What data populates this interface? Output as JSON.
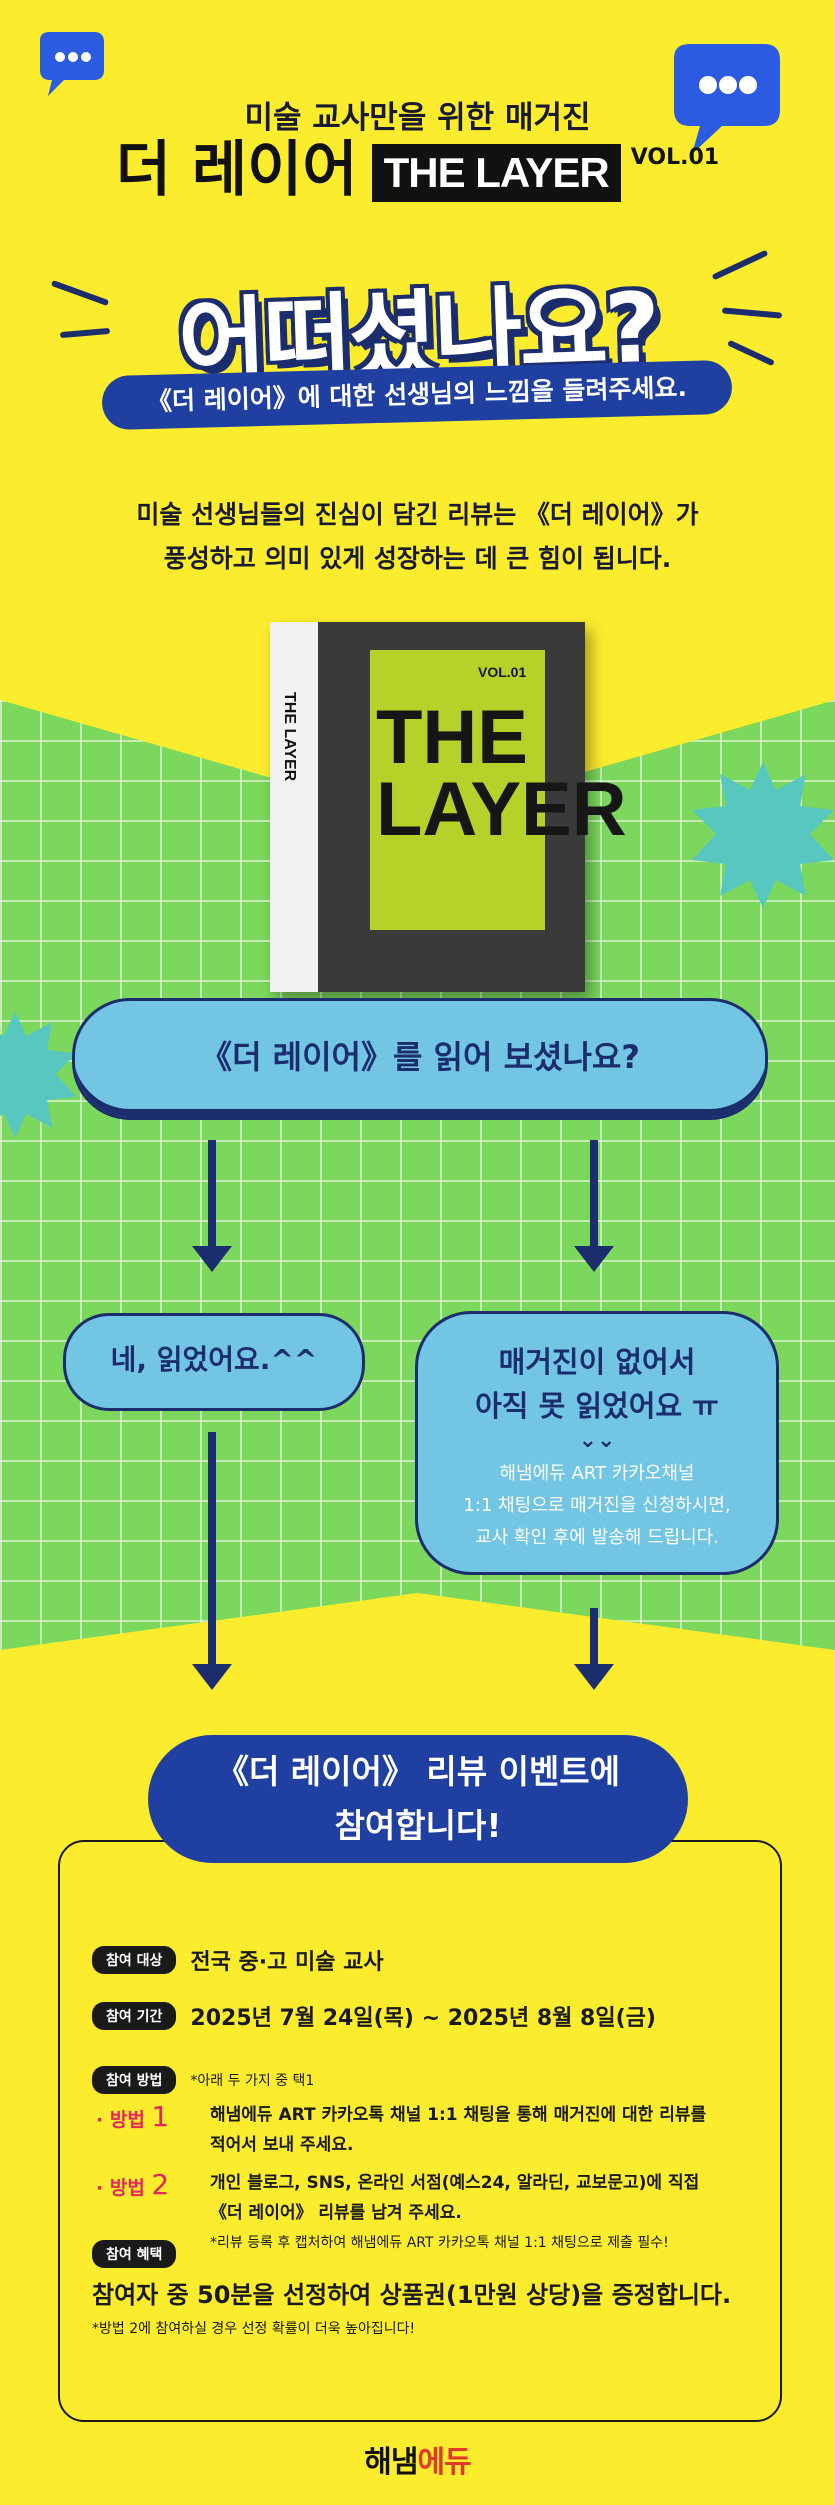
{
  "header": {
    "kicker": "미술 교사만을 위한 매거진",
    "title_ko": "더 레이어",
    "title_en": "THE LAYER",
    "vol": "VOL.01"
  },
  "hero": {
    "question": "어떠셨나요?",
    "banner": "《더 레이어》에 대한 선생님의 느낌을 들려주세요.",
    "intro_line1": "미술 선생님들의 진심이 담긴 리뷰는 《더 레이어》가",
    "intro_line2": "풍성하고 의미 있게 성장하는 데 큰 힘이 됩니다."
  },
  "magazine": {
    "cover_title_1": "THE",
    "cover_title_2": "LAYER",
    "vol": "VOL.01",
    "spine": "THE LAYER"
  },
  "flow": {
    "question": "《더 레이어》를  읽어 보셨나요?",
    "yes": "네, 읽었어요.^^",
    "no_line1": "매거진이 없어서",
    "no_line2": "아직 못 읽었어요 ㅠ",
    "no_chevron": "⌄⌄",
    "no_desc_1": "해냄에듀 ART 카카오채널",
    "no_desc_2": "1:1 채팅으로 매거진을 신청하시면,",
    "no_desc_3": "교사 확인 후에 발송해 드립니다."
  },
  "event": {
    "line1": "《더 레이어》 리뷰 이벤트에",
    "line2": "참여합니다!"
  },
  "info": {
    "target_tag": "참여 대상",
    "target": "전국 중·고 미술 교사",
    "period_tag": "참여 기간",
    "period": "2025년 7월 24일(목) ~ 2025년 8월 8일(금)",
    "method_tag": "참여 방법",
    "method_note": "*아래 두 가지 중 택1",
    "method1_label": "· 방법",
    "method1_num": "1",
    "method1_text_1": "해냄에듀 ART 카카오톡 채널 1:1 채팅을 통해 매거진에 대한 리뷰를",
    "method1_text_2": "적어서 보내 주세요.",
    "method2_label": "· 방법",
    "method2_num": "2",
    "method2_text_1": "개인 블로그, SNS, 온라인 서점(예스24, 알라딘, 교보문고)에 직접",
    "method2_text_2": "《더 레이어》 리뷰를 남겨 주세요.",
    "method2_text_3": "*리뷰 등록 후 캡처하여 해냄에듀 ART 카카오톡 채널 1:1 채팅으로 제출 필수!",
    "benefit_tag": "참여 혜택",
    "benefit": "참여자 중 50분을 선정하여 상품권(1만원 상당)을 증정합니다.",
    "benefit_note": "*방법 2에 참여하실 경우 선정 확률이 더욱 높아집니다!"
  },
  "footer": {
    "logo_1": "해냄",
    "logo_2": "에듀"
  },
  "colors": {
    "background": "#fbec2d",
    "navy": "#1c2d6e",
    "blue": "#1f3fa1",
    "sky": "#72c6e3",
    "green": "#7cd85c",
    "accent_pink": "#e7245f"
  }
}
